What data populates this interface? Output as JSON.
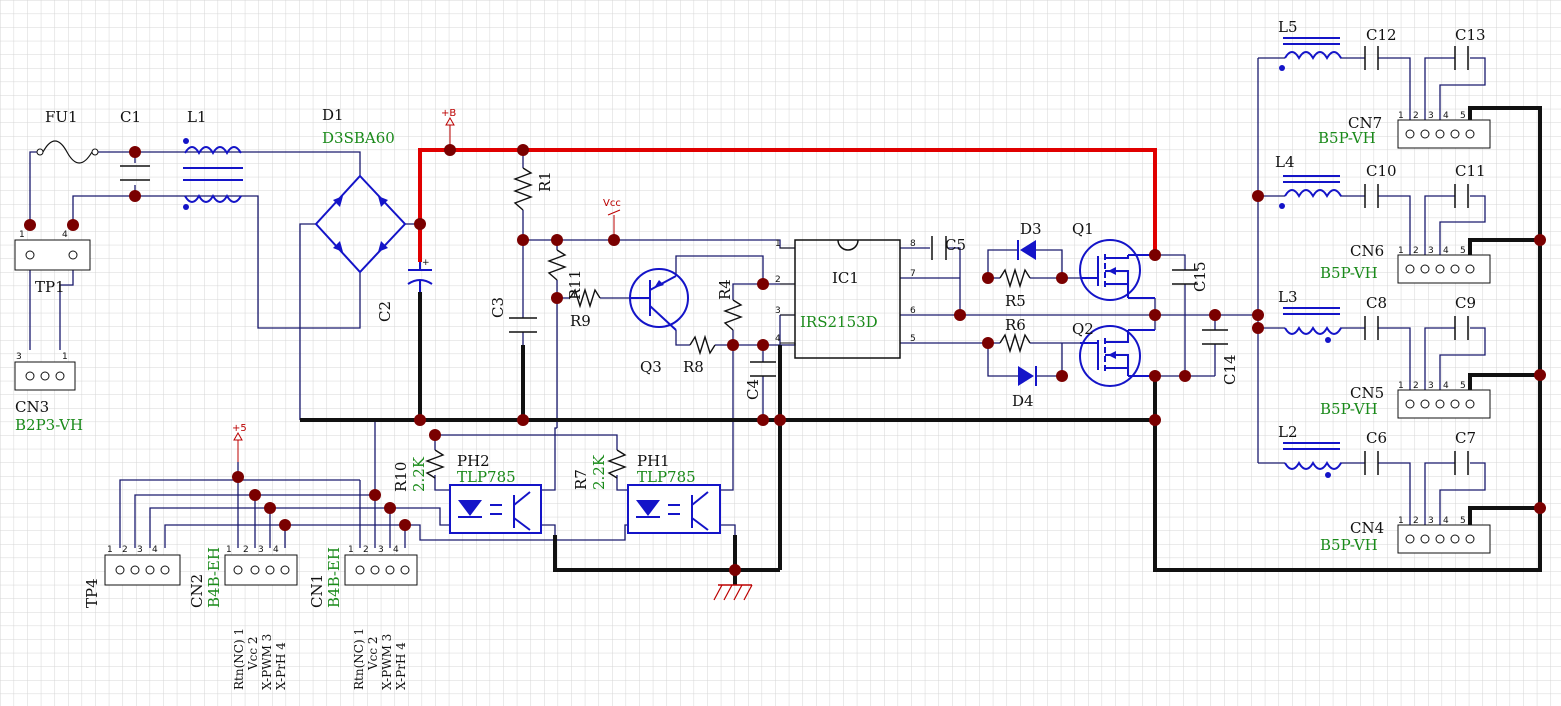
{
  "schematic": {
    "nets": {
      "plus_b": "+B",
      "vcc": "Vcc",
      "plus_5": "+5"
    },
    "components": {
      "FU1": {
        "ref": "FU1"
      },
      "C1": {
        "ref": "C1"
      },
      "L1": {
        "ref": "L1"
      },
      "D1": {
        "ref": "D1",
        "value": "D3SBA60"
      },
      "C2": {
        "ref": "C2",
        "polarity": "+"
      },
      "C3": {
        "ref": "C3"
      },
      "R1": {
        "ref": "R1"
      },
      "R11": {
        "ref": "R11"
      },
      "R9": {
        "ref": "R9"
      },
      "Q3": {
        "ref": "Q3"
      },
      "R4": {
        "ref": "R4"
      },
      "R8": {
        "ref": "R8"
      },
      "C4": {
        "ref": "C4"
      },
      "IC1": {
        "ref": "IC1",
        "value": "IRS2153D",
        "pins": [
          "1",
          "2",
          "3",
          "4",
          "8",
          "7",
          "6",
          "5"
        ]
      },
      "C5": {
        "ref": "C5"
      },
      "D3": {
        "ref": "D3"
      },
      "R5": {
        "ref": "R5"
      },
      "R6": {
        "ref": "R6"
      },
      "D4": {
        "ref": "D4"
      },
      "Q1": {
        "ref": "Q1"
      },
      "Q2": {
        "ref": "Q2"
      },
      "C15": {
        "ref": "C15"
      },
      "C14": {
        "ref": "C14"
      },
      "TP1": {
        "ref": "TP1",
        "pins": [
          "1",
          "4"
        ]
      },
      "CN3": {
        "ref": "CN3",
        "value": "B2P3-VH",
        "pins": [
          "3",
          "1"
        ]
      },
      "R10": {
        "ref": "R10",
        "value": "2.2K"
      },
      "PH2": {
        "ref": "PH2",
        "value": "TLP785"
      },
      "R7": {
        "ref": "R7",
        "value": "2.2K"
      },
      "PH1": {
        "ref": "PH1",
        "value": "TLP785"
      },
      "TP4": {
        "ref": "TP4",
        "pins": [
          "1",
          "2",
          "3",
          "4"
        ]
      },
      "CN2": {
        "ref": "CN2",
        "value": "B4B-EH",
        "pins": [
          "1",
          "2",
          "3",
          "4"
        ]
      },
      "CN1": {
        "ref": "CN1",
        "value": "B4B-EH",
        "pins": [
          "1",
          "2",
          "3",
          "4"
        ]
      },
      "L5": {
        "ref": "L5"
      },
      "C12": {
        "ref": "C12"
      },
      "C13": {
        "ref": "C13"
      },
      "CN7": {
        "ref": "CN7",
        "value": "B5P-VH",
        "pins": [
          "1",
          "2",
          "3",
          "4",
          "5"
        ]
      },
      "L4": {
        "ref": "L4"
      },
      "C10": {
        "ref": "C10"
      },
      "C11": {
        "ref": "C11"
      },
      "CN6": {
        "ref": "CN6",
        "value": "B5P-VH",
        "pins": [
          "1",
          "2",
          "3",
          "4",
          "5"
        ]
      },
      "L3": {
        "ref": "L3"
      },
      "C8": {
        "ref": "C8"
      },
      "C9": {
        "ref": "C9"
      },
      "CN5": {
        "ref": "CN5",
        "value": "B5P-VH",
        "pins": [
          "1",
          "2",
          "3",
          "4",
          "5"
        ]
      },
      "L2": {
        "ref": "L2"
      },
      "C6": {
        "ref": "C6"
      },
      "C7": {
        "ref": "C7"
      },
      "CN4": {
        "ref": "CN4",
        "value": "B5P-VH",
        "pins": [
          "1",
          "2",
          "3",
          "4",
          "5"
        ]
      }
    },
    "pin_notes": {
      "CN2": [
        "Rtn(NC) 1",
        "Vcc 2",
        "X-PWM 3",
        "X-PrH 4"
      ],
      "CN1": [
        "Rtn(NC) 1",
        "Vcc 2",
        "X-PWM 3",
        "X-PrH 4"
      ]
    },
    "colors": {
      "grid": "#d6d6d6",
      "wire": "#1a1a6e",
      "power_rail": "#e00000",
      "ground_wire": "#111111",
      "symbol": "#1414c8",
      "value_text": "#1a8a1a",
      "junction": "#7a0000"
    }
  }
}
